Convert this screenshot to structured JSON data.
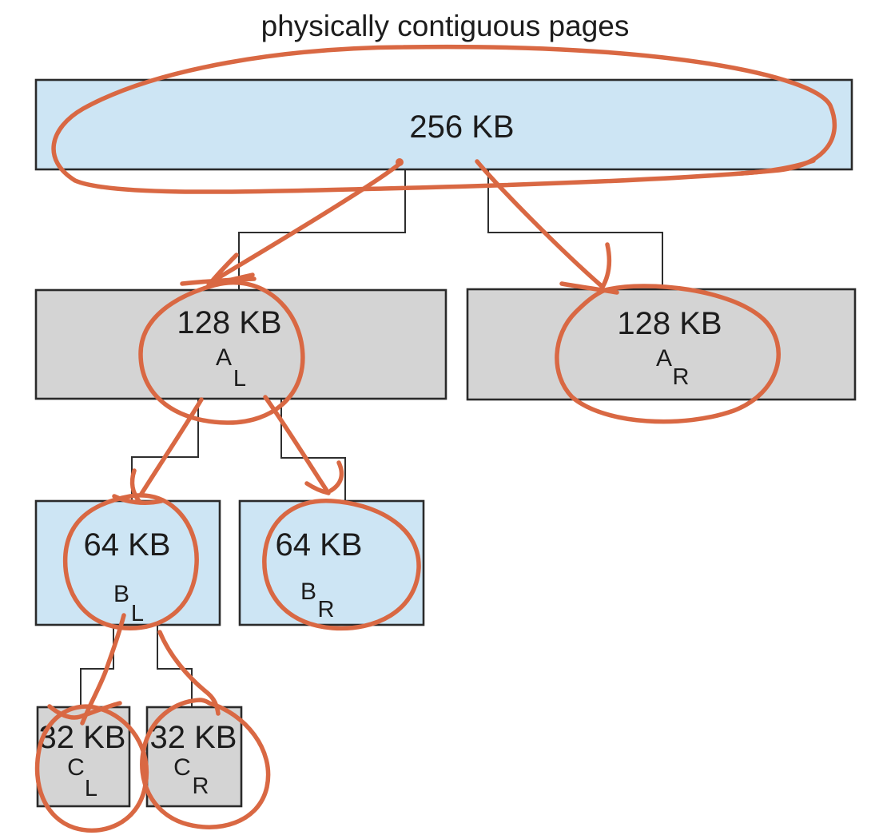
{
  "title": "physically contiguous pages",
  "colors": {
    "background": "#ffffff",
    "block_blue": "#cde5f4",
    "block_gray": "#d4d4d4",
    "block_border": "#2a2a2a",
    "connector": "#2e2e2e",
    "text": "#1c1c1c",
    "annotation_orange": "#d96843"
  },
  "nodes": {
    "root": {
      "size": "256 KB",
      "letter": "",
      "sub": ""
    },
    "a_left": {
      "size": "128 KB",
      "letter": "A",
      "sub": "L"
    },
    "a_right": {
      "size": "128 KB",
      "letter": "A",
      "sub": "R"
    },
    "b_left": {
      "size": "64 KB",
      "letter": "B",
      "sub": "L"
    },
    "b_right": {
      "size": "64 KB",
      "letter": "B",
      "sub": "R"
    },
    "c_left": {
      "size": "32 KB",
      "letter": "C",
      "sub": "L"
    },
    "c_right": {
      "size": "32 KB",
      "letter": "C",
      "sub": "R"
    }
  },
  "annotations": {
    "color": "#d96843",
    "marks": [
      {
        "id": "loop-256kb",
        "kind": "freehand-loop",
        "around": "256 KB block"
      },
      {
        "id": "arrow-256-to-al",
        "kind": "freehand-arrow",
        "from": "256 KB",
        "to": "128 KB AL"
      },
      {
        "id": "arrow-256-to-ar",
        "kind": "freehand-arrow",
        "from": "256 KB",
        "to": "128 KB AR"
      },
      {
        "id": "circle-al",
        "kind": "freehand-circle",
        "around": "128 KB AL label"
      },
      {
        "id": "circle-ar",
        "kind": "freehand-circle",
        "around": "128 KB AR label"
      },
      {
        "id": "arrow-al-to-bl",
        "kind": "freehand-arrow",
        "from": "128 KB AL",
        "to": "64 KB BL"
      },
      {
        "id": "arrow-al-to-br",
        "kind": "freehand-arrow",
        "from": "128 KB AL",
        "to": "64 KB BR"
      },
      {
        "id": "circle-bl",
        "kind": "freehand-circle",
        "around": "64 KB BL label"
      },
      {
        "id": "circle-br",
        "kind": "freehand-circle",
        "around": "64 KB BR label"
      },
      {
        "id": "stroke-bl-to-cl",
        "kind": "freehand-stroke",
        "from": "64 KB BL",
        "to": "32 KB CL"
      },
      {
        "id": "stroke-bl-to-cr",
        "kind": "freehand-stroke",
        "from": "64 KB BL",
        "to": "32 KB CR"
      },
      {
        "id": "circle-cl",
        "kind": "freehand-circle",
        "around": "32 KB CL block"
      },
      {
        "id": "circle-cr",
        "kind": "freehand-circle",
        "around": "32 KB CR block"
      }
    ]
  }
}
